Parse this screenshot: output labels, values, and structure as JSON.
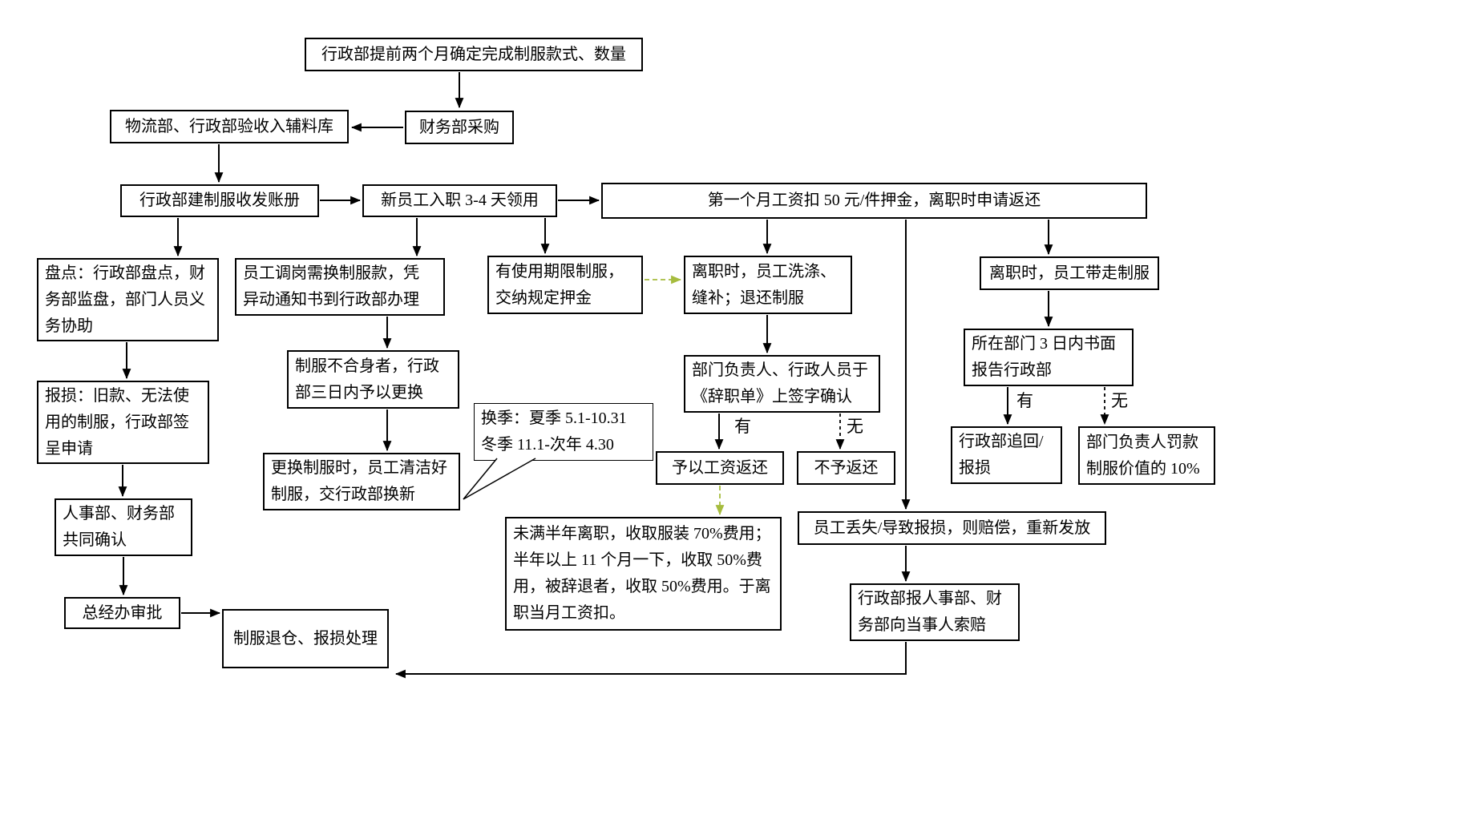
{
  "colors": {
    "line_color": "#000000",
    "green_arrow": "#a6bc3e",
    "box_bg": "#ffffff"
  },
  "boxes": {
    "determine_style": "行政部提前两个月确定完成制服款式、数量",
    "finance_purchase": "财务部采购",
    "warehouse_acceptance": "物流部、行政部验收入辅料库",
    "uniform_ledger": "行政部建制服收发账册",
    "new_employee_issue": "新员工入职 3-4 天领用",
    "deposit_rule": "第一个月工资扣 50 元/件押金，离职时申请返还",
    "inventory_check": [
      "盘点：行政部盘点，财",
      "务部监盘，部门人员义",
      "务协助"
    ],
    "post_transfer": [
      "员工调岗需换制服款，凭",
      "异动通知书到行政部办理"
    ],
    "term_limited": [
      "有使用期限制服，",
      "交纳规定押金"
    ],
    "resign_return": [
      "离职时，员工洗涤、",
      "缝补；退还制服"
    ],
    "resign_take": "离职时，员工带走制服",
    "damage_report": [
      "报损：旧款、无法使",
      "用的制服，行政部签",
      "呈申请"
    ],
    "ill_fitting": [
      "制服不合身者，行政",
      "部三日内予以更换"
    ],
    "resignation_sign": [
      "部门负责人、行政人员于",
      "《辞职单》上签字确认"
    ],
    "dept_report": [
      "所在部门 3 日内书面",
      "报告行政部"
    ],
    "season_change": [
      "换季：夏季 5.1-10.31",
      "冬季 11.1-次年 4.30"
    ],
    "clean_replace": [
      "更换制服时，员工清洁好",
      "制服，交行政部换新"
    ],
    "refund_wage": "予以工资返还",
    "no_refund": "不予返还",
    "admin_recover": [
      "行政部追回/",
      "报损"
    ],
    "dept_head_fine": [
      "部门负责人罚款",
      "制服价值的 10%"
    ],
    "hr_finance_confirm": [
      "人事部、财务部",
      "共同确认"
    ],
    "loss_compensation": "员工丢失/导致报损，则赔偿，重新发放",
    "fee_rules": [
      "未满半年离职，收取服装 70%费用；",
      "半年以上 11 个月一下，收取 50%费",
      "用，被辞退者，收取 50%费用。于离",
      "职当月工资扣。"
    ],
    "gm_approval": "总经办审批",
    "uniform_return": "制服退仓、报损处理",
    "claim_compensation": [
      "行政部报人事部、财",
      "务部向当事人索赔"
    ]
  },
  "decision_labels": {
    "sign_yes": "有",
    "sign_no": "无",
    "report_yes": "有",
    "report_no": "无"
  }
}
